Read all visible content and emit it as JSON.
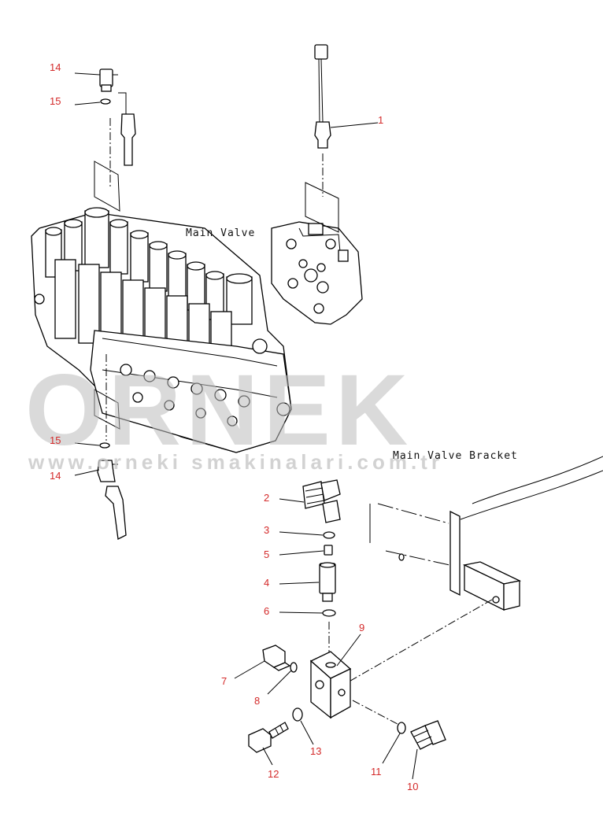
{
  "labels": {
    "main_valve": "Main Valve",
    "main_valve_bracket": "Main Valve Bracket"
  },
  "watermark": {
    "brand": "ORNEK",
    "url": "www.orneki smakinalari.com.tr"
  },
  "callouts": [
    {
      "id": "c14a",
      "text": "14"
    },
    {
      "id": "c15a",
      "text": "15"
    },
    {
      "id": "c1",
      "text": "1"
    },
    {
      "id": "c15b",
      "text": "15"
    },
    {
      "id": "c14b",
      "text": "14"
    },
    {
      "id": "c2",
      "text": "2"
    },
    {
      "id": "c3",
      "text": "3"
    },
    {
      "id": "c5",
      "text": "5"
    },
    {
      "id": "c4",
      "text": "4"
    },
    {
      "id": "c6",
      "text": "6"
    },
    {
      "id": "c9",
      "text": "9"
    },
    {
      "id": "c7",
      "text": "7"
    },
    {
      "id": "c8",
      "text": "8"
    },
    {
      "id": "c13",
      "text": "13"
    },
    {
      "id": "c12",
      "text": "12"
    },
    {
      "id": "c11",
      "text": "11"
    },
    {
      "id": "c10",
      "text": "10"
    }
  ],
  "colors": {
    "callout": "#d42a2a",
    "line": "#000000",
    "watermark": "#bdbdbd"
  }
}
